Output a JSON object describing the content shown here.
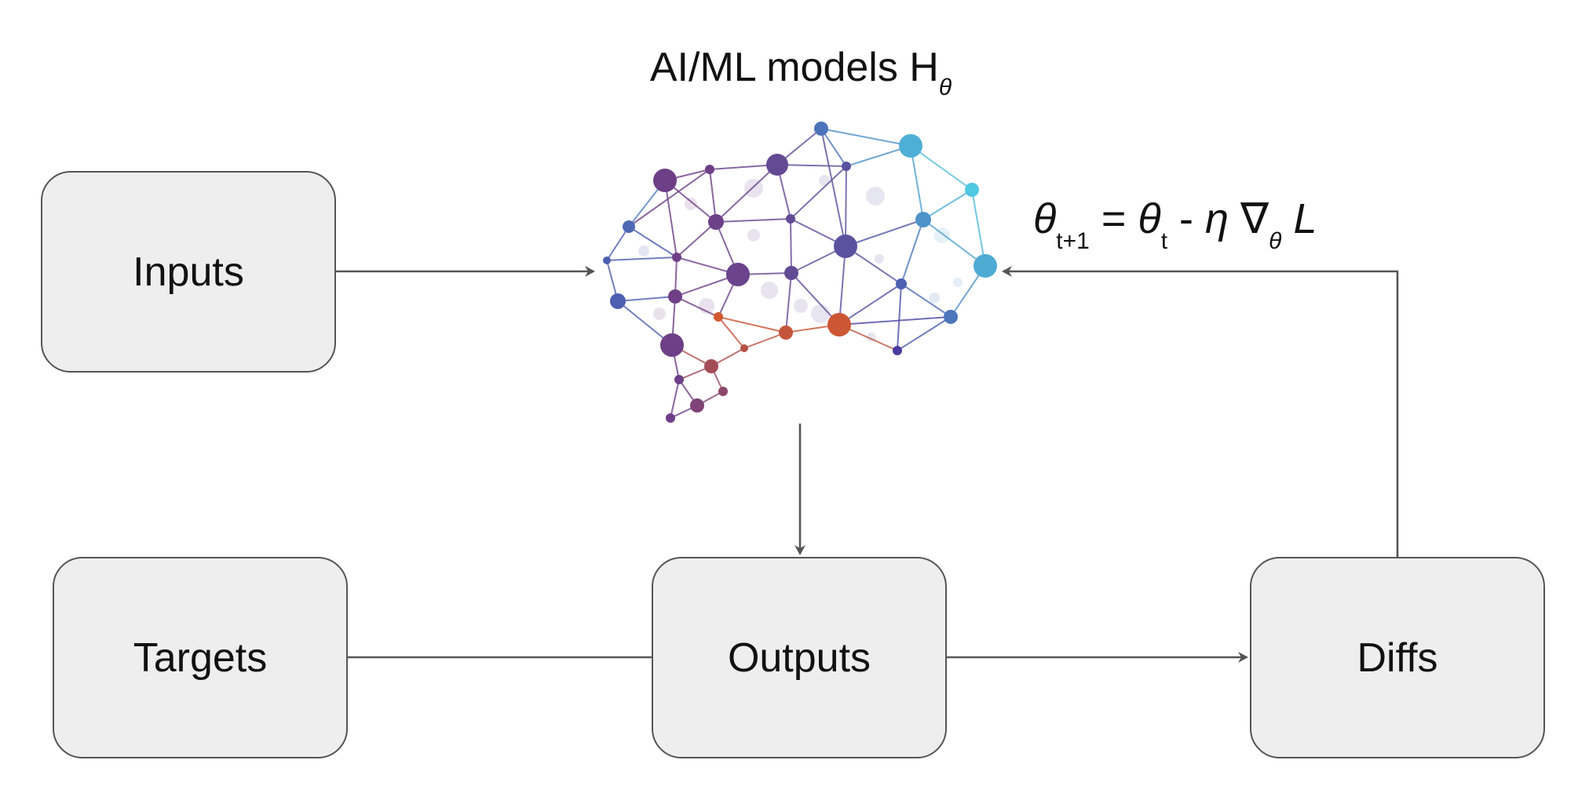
{
  "diagram": {
    "title": {
      "main": "AI/ML models H",
      "subscript": "θ"
    },
    "update_rule": {
      "theta1": "θ",
      "sub1": "t+1",
      "equals": " = ",
      "theta2": "θ",
      "sub2": "t",
      "minus": " - ",
      "eta": "η",
      "nabla": " ∇",
      "sub3": "θ",
      "loss": " L"
    },
    "nodes": {
      "inputs": "Inputs",
      "targets": "Targets",
      "outputs": "Outputs",
      "diffs": "Diffs"
    },
    "brain_icon": "neural-network-brain-icon",
    "colors": {
      "box_fill": "#eeeeee",
      "box_border": "#555555",
      "arrow": "#555555",
      "brain_cyan": "#4fd8ea",
      "brain_blue": "#4d5fb0",
      "brain_purple": "#6e3f86",
      "brain_orange": "#d65a2c"
    }
  }
}
